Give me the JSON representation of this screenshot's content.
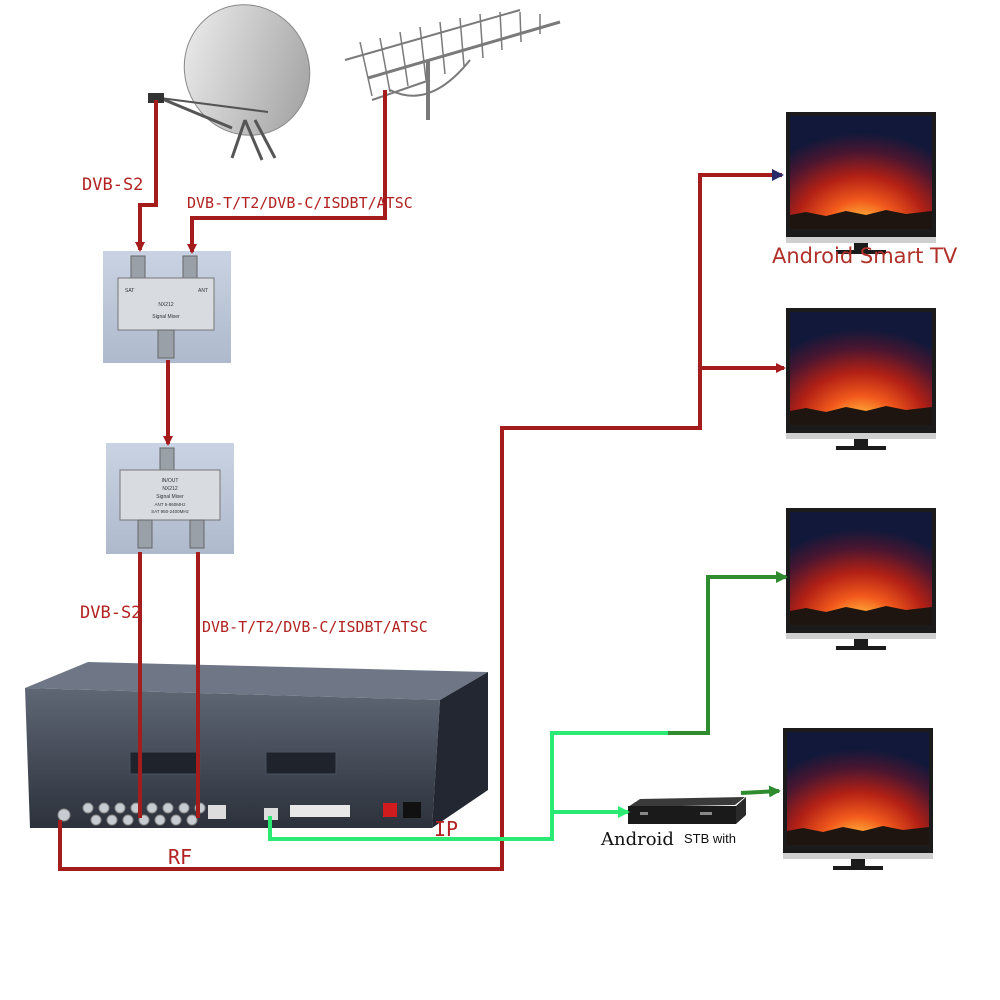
{
  "labels": {
    "dvbs2_top": "DVB-S2",
    "terrestrial_top": "DVB-T/T2/DVB-C/ISDBT/ATSC",
    "dvbs2_bottom": "DVB-S2",
    "terrestrial_bottom": "DVB-T/T2/DVB-C/ISDBT/ATSC",
    "rf": "RF",
    "ip": "IP",
    "android_tv": "Android Smart TV",
    "stb_word1": "Android",
    "stb_word2": "STB with"
  },
  "mixer_text": {
    "ant": "ANT",
    "sat": "SAT",
    "in_out": "IN/OUT",
    "model": "NX212",
    "name": "Signal Mixer",
    "ant_freq": "ANT 5-860MHz",
    "sat_freq": "SAT 950-2400MHz"
  },
  "colors": {
    "rf_line": "#a51c1c",
    "ip_line": "#2bea73",
    "stb_line": "#2e8b2e",
    "label_red": "#b22222"
  },
  "icons": [
    "satellite-dish-icon",
    "yagi-antenna-icon",
    "signal-mixer-icon",
    "encoder-modulator-icon",
    "tv-icon",
    "stb-icon"
  ]
}
